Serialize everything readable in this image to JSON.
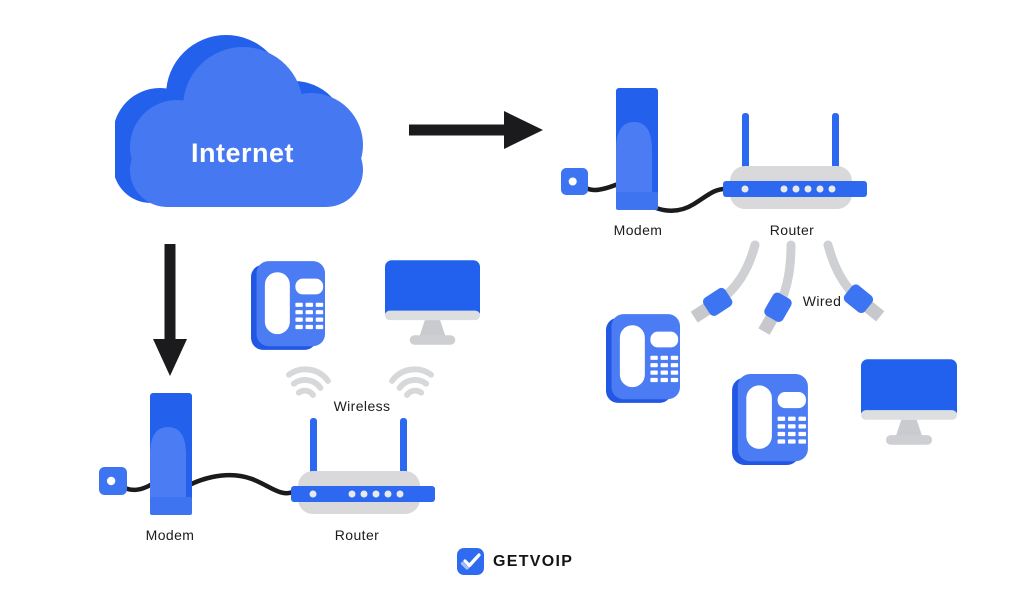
{
  "colors": {
    "blue_front": "#4678F2",
    "blue_back": "#2360EB",
    "blue_band": "#2D68F0",
    "gray_light": "#D7D8DA",
    "cable_black": "#1B1B1D"
  },
  "cloud": {
    "label": "Internet"
  },
  "wireless_setup": {
    "modem_label": "Modem",
    "router_label": "Router",
    "mode_label": "Wireless"
  },
  "wired_setup": {
    "modem_label": "Modem",
    "router_label": "Router",
    "mode_label": "Wired"
  },
  "brand": {
    "name": "GETVOIP"
  }
}
